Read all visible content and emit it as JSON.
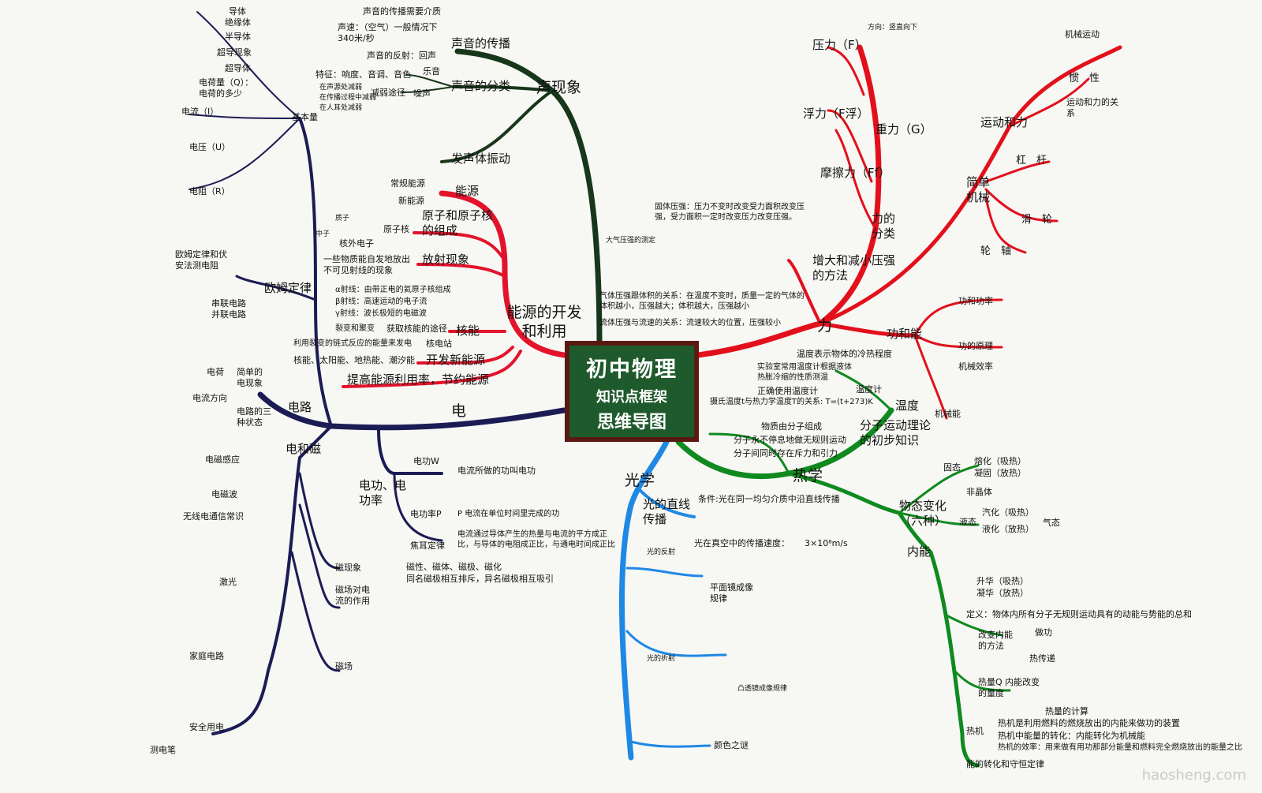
{
  "center": {
    "line1": "初中物理",
    "line2": "知识点框架",
    "line3": "思维导图"
  },
  "colors": {
    "sound": "#17361a",
    "energy": "#e3132b",
    "force": "#e3101c",
    "electricity": "#1c1c55",
    "optics": "#1e88e5",
    "heat": "#0f8a1f",
    "center_bg": "#1f5a2c",
    "center_border": "#5a1a12"
  },
  "sound": {
    "label": "声现象",
    "items": [
      "声音的传播需要介质",
      "声速：（空气）一般情况下340米/秒",
      "声音的反射：回声",
      "声音的传播",
      "声音的分类",
      "乐音",
      "噪声",
      "特征：响度、音调、音色",
      "减弱途径",
      "在声源处减弱",
      "在传播过程中减弱",
      "在人耳处减弱",
      "发声体振动"
    ]
  },
  "energy": {
    "label": "能源的开发和利用",
    "items": [
      "能源",
      "常规能源",
      "新能源",
      "原子和原子核的组成",
      "原子核",
      "核外电子",
      "质子",
      "中子",
      "放射现象",
      "一些物质能自发地放出不可见射线的现象",
      "α射线：由带正电的氦原子核组成",
      "β射线：高速运动的电子流",
      "γ射线：波长极短的电磁波",
      "核能",
      "获取核能的途径",
      "裂变和聚变",
      "利用裂变的链式反应的能量来发电",
      "核电站",
      "核能、太阳能、地热能、潮汐能",
      "开发新能源",
      "提高能源利用率，节约能源"
    ]
  },
  "force": {
    "label": "力",
    "items": [
      "压力（F）",
      "浮力（F浮）",
      "摩擦力（Ff）",
      "重力（G）",
      "力的分类",
      "运动和力",
      "机械运动",
      "惯　性",
      "运动和力的关系",
      "简单机械",
      "杠　杆",
      "滑　轮",
      "轮　轴",
      "增大和减小压强的方法",
      "固体压强：压力不变时改变受力面积改变压强，受力面积一定时改变压力改变压强。",
      "气体压强跟体积的关系：在温度不变时，质量一定的气体的体积越小，压强越大；体积越大，压强越小",
      "流体压强与流速的关系：流速较大的位置，压强较小",
      "功和能",
      "功和功率",
      "功的原理",
      "机械效率",
      "机械能",
      "方向：竖直向下",
      "大气压强的测定"
    ]
  },
  "electricity": {
    "label": "电",
    "items": [
      "基本量",
      "导体",
      "绝缘体",
      "半导体",
      "超导现象",
      "超导体",
      "电荷量（Q）：电荷的多少",
      "电流（I）",
      "电压（U）",
      "电阻（R）",
      "欧姆定律",
      "欧姆定律和伏安法测电阻",
      "串联电路并联电路",
      "电路",
      "简单的电现象",
      "电荷",
      "电流方向",
      "电路的三种状态",
      "电和磁",
      "电磁感应",
      "电磁波",
      "无线电通信常识",
      "激光",
      "磁现象",
      "磁场对电流的作用",
      "磁场",
      "家庭电路",
      "安全用电",
      "测电笔",
      "电功、电功率",
      "电功W",
      "电功率P",
      "焦耳定律",
      "电流所做的功叫电功",
      "P 电流在单位时间里完成的功",
      "电流通过导体产生的热量与电流的平方成正比，与导体的电阻成正比，与通电时间成正比",
      "磁性、磁体、磁极、磁化",
      "同名磁极相互排斥，异名磁极相互吸引"
    ]
  },
  "optics": {
    "label": "光学",
    "items": [
      "光的直线传播",
      "条件:光在同一均匀介质中沿直线传播",
      "光在真空中的传播速度：",
      "3×10⁸m/s",
      "平面镜成像规律",
      "光的反射",
      "光的折射",
      "颜色之谜",
      "凸透镜成像规律"
    ]
  },
  "heat": {
    "label": "热学",
    "items": [
      "温度",
      "温度表示物体的冷热程度",
      "实验室常用温度计根据液体热胀冷缩的性质测温",
      "正确使用温度计",
      "温度计",
      "摄氏温度t与热力学温度T的关系: T=(t+273)K",
      "分子运动理论的初步知识",
      "物质由分子组成",
      "分子永不停息地做无规则运动",
      "分子间同时存在斥力和引力",
      "物态变化（六种）",
      "熔化（吸热）",
      "凝固（放热）",
      "固态",
      "液态",
      "气态",
      "非晶体",
      "汽化（吸热）",
      "液化（放热）",
      "升华（吸热）",
      "凝华（放热）",
      "内能",
      "定义：物体内所有分子无规则运动具有的动能与势能的总和",
      "改变内能的方法",
      "做功",
      "热传递",
      "热量Q 内能改变的量度",
      "热量的计算",
      "热机",
      "热机是利用燃料的燃烧放出的内能来做功的装置",
      "热机中能量的转化：内能转化为机械能",
      "热机的效率：用来做有用功那部分能量和燃料完全燃烧放出的能量之比",
      "能的转化和守恒定律"
    ]
  },
  "watermark": "haosheng.com"
}
